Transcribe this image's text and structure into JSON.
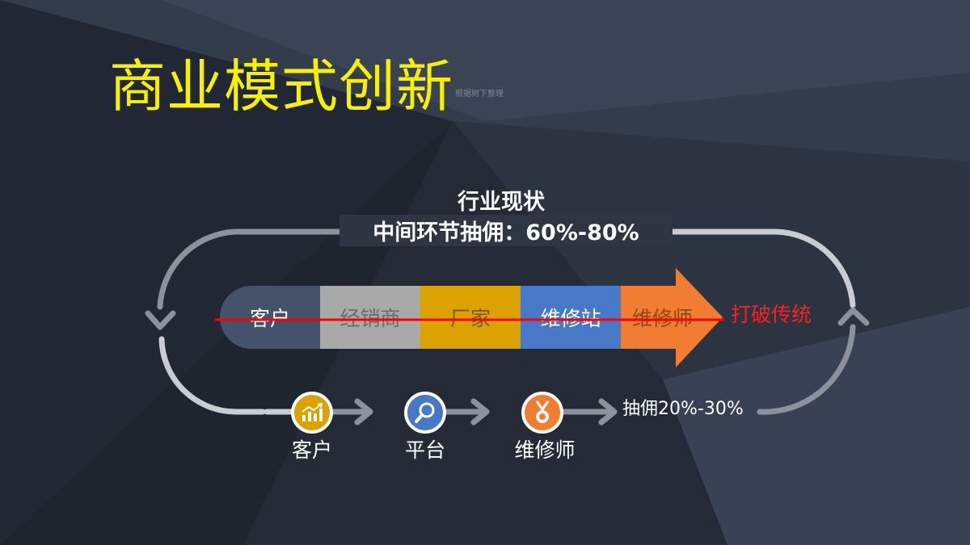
{
  "slide": {
    "title": "商业模式创新",
    "subnote": "根据树下整理"
  },
  "industry_status": {
    "title": "行业现状",
    "subtitle": "中间环节抽佣：60%-80%"
  },
  "traditional_chain": {
    "segments": [
      {
        "label": "客户",
        "color": "#44526c"
      },
      {
        "label": "经销商",
        "color": "#a9a9a9"
      },
      {
        "label": "厂家",
        "color": "#dca300"
      },
      {
        "label": "维修站",
        "color": "#4878c8"
      },
      {
        "label": "维修师",
        "color": "#f07d32"
      }
    ],
    "break_label": "打破传统",
    "strike_color": "#ff0000"
  },
  "new_model": {
    "nodes": [
      {
        "label": "客户",
        "icon": "chart-growth-icon",
        "color": "#dca300"
      },
      {
        "label": "平台",
        "icon": "magnifier-icon",
        "color": "#4878c8"
      },
      {
        "label": "维修师",
        "icon": "medal-icon",
        "color": "#f07d32"
      }
    ],
    "commission": "抽佣20%-30%"
  }
}
